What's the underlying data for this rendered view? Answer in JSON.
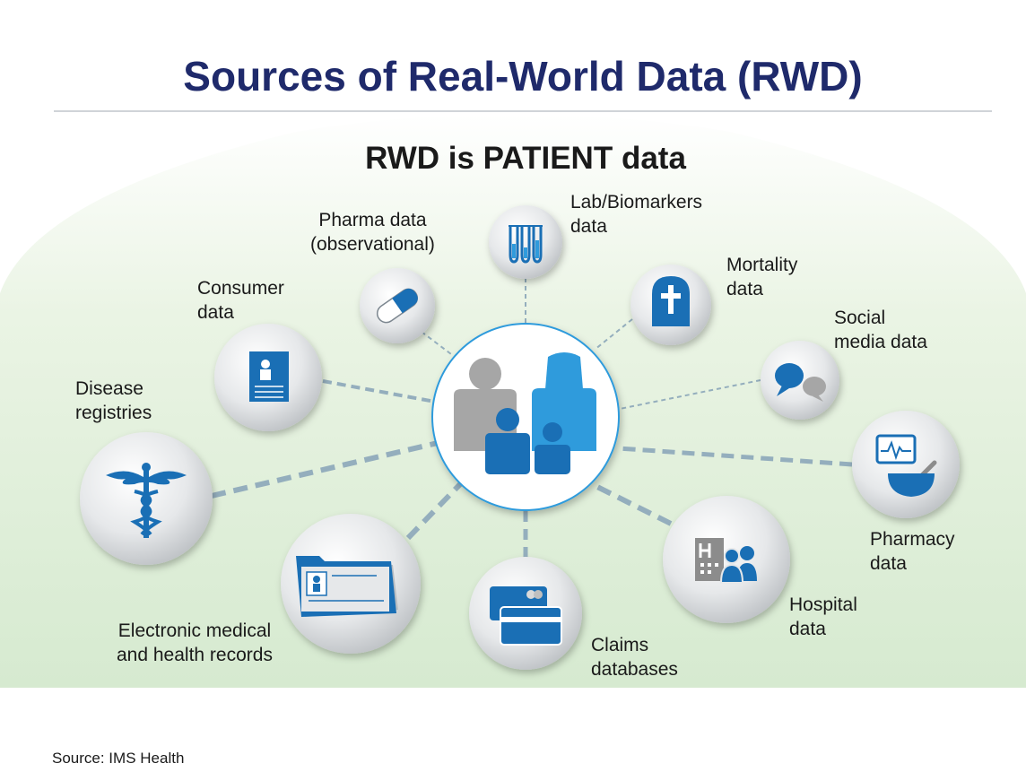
{
  "title": "Sources of Real-World Data (RWD)",
  "subtitle": "RWD is PATIENT data",
  "center": {
    "icon": "family-icon"
  },
  "sources": [
    {
      "id": "lab",
      "label": "Lab/Biomarkers\ndata",
      "icon": "test-tubes-icon"
    },
    {
      "id": "pharma",
      "label": "Pharma data\n(observational)",
      "icon": "pill-icon"
    },
    {
      "id": "mortality",
      "label": "Mortality\ndata",
      "icon": "tombstone-icon"
    },
    {
      "id": "consumer",
      "label": "Consumer\ndata",
      "icon": "document-icon"
    },
    {
      "id": "social",
      "label": "Social\nmedia data",
      "icon": "speech-bubbles-icon"
    },
    {
      "id": "disease",
      "label": "Disease\nregistries",
      "icon": "caduceus-icon"
    },
    {
      "id": "pharmacy",
      "label": "Pharmacy\ndata",
      "icon": "mortar-pestle-icon"
    },
    {
      "id": "emr",
      "label": "Electronic medical\nand health records",
      "icon": "folder-icon"
    },
    {
      "id": "claims",
      "label": "Claims\ndatabases",
      "icon": "credit-cards-icon"
    },
    {
      "id": "hospital",
      "label": "Hospital\ndata",
      "icon": "hospital-people-icon"
    }
  ],
  "source_note": "Source: IMS Health",
  "colors": {
    "title": "#1f2a6b",
    "accent_blue": "#1a6fb5",
    "light_blue": "#2f9bdc",
    "gray_figure": "#a6a6a6",
    "connector": "#94aebd",
    "background_green": "#d9ecd2"
  }
}
